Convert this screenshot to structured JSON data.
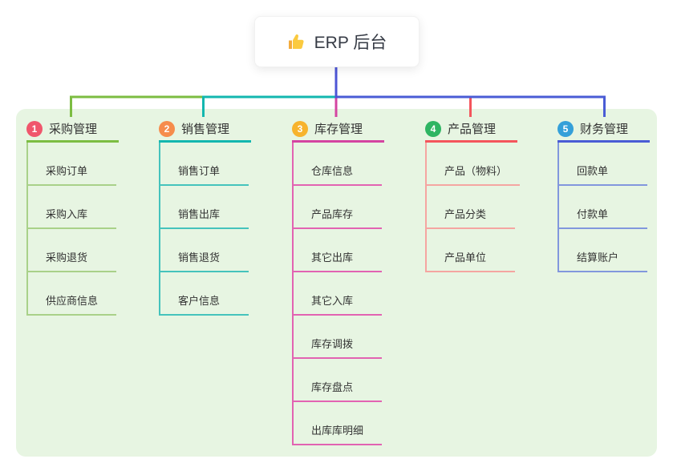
{
  "root": {
    "label": "ERP 后台",
    "icon": "thumbs-up"
  },
  "colors": {
    "panel_bg": "#e7f5e2",
    "stem": "#4d55d6",
    "text": "#333333"
  },
  "branches": [
    {
      "badge": "1",
      "label": "采购管理",
      "badge_color": "#f0566c",
      "line_color": "#7cbd42",
      "child_line_color": "#a9d189",
      "children": [
        "采购订单",
        "采购入库",
        "采购退货",
        "供应商信息"
      ]
    },
    {
      "badge": "2",
      "label": "销售管理",
      "badge_color": "#f68c4c",
      "line_color": "#13b7af",
      "child_line_color": "#45c3bc",
      "children": [
        "销售订单",
        "销售出库",
        "销售退货",
        "客户信息"
      ]
    },
    {
      "badge": "3",
      "label": "库存管理",
      "badge_color": "#f7b32d",
      "line_color": "#d444a1",
      "child_line_color": "#e263b2",
      "children": [
        "仓库信息",
        "产品库存",
        "其它出库",
        "其它入库",
        "库存调拨",
        "库存盘点",
        "出库库明细"
      ]
    },
    {
      "badge": "4",
      "label": "产品管理",
      "badge_color": "#2fb563",
      "line_color": "#f4555c",
      "child_line_color": "#f5a5a1",
      "children": [
        "产品（物料）",
        "产品分类",
        "产品单位"
      ]
    },
    {
      "badge": "5",
      "label": "财务管理",
      "badge_color": "#34a0d9",
      "line_color": "#4a5cd5",
      "child_line_color": "#8297dd",
      "children": [
        "回款单",
        "付款单",
        "结算账户"
      ]
    }
  ]
}
